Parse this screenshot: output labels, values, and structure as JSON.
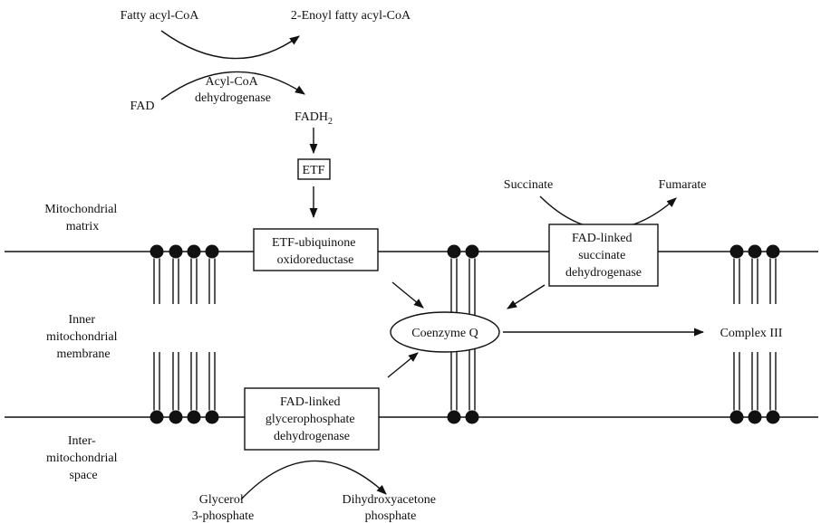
{
  "compartments": {
    "matrix": [
      "Mitochondrial",
      "matrix"
    ],
    "inner_membrane": [
      "Inner",
      "mitochondrial",
      "membrane"
    ],
    "intermembrane": [
      "Inter-",
      "mitochondrial",
      "space"
    ]
  },
  "beta_oxidation": {
    "substrate": "Fatty acyl-CoA",
    "product": "2-Enoyl fatty acyl-CoA",
    "cofactor": "FAD",
    "enzyme": [
      "Acyl-CoA",
      "dehydrogenase"
    ],
    "reduced_cofactor": "FADH",
    "reduced_cofactor_subscript": "2",
    "carrier": "ETF"
  },
  "enzymes": {
    "etf_qo": [
      "ETF-ubiquinone",
      "oxidoreductase"
    ],
    "sdh": [
      "FAD-linked",
      "succinate",
      "dehydrogenase"
    ],
    "gpdh": [
      "FAD-linked",
      "glycerophosphate",
      "dehydrogenase"
    ]
  },
  "succinate_reaction": {
    "substrate": "Succinate",
    "product": "Fumarate"
  },
  "glycerol_reaction": {
    "substrate": [
      "Glycerol",
      "3-phosphate"
    ],
    "product": [
      "Dihydroxyacetone",
      "phosphate"
    ]
  },
  "coenzyme_q": "Coenzyme Q",
  "complex_iii": "Complex III",
  "colors": {
    "ink": "#111111",
    "background": "#ffffff"
  }
}
